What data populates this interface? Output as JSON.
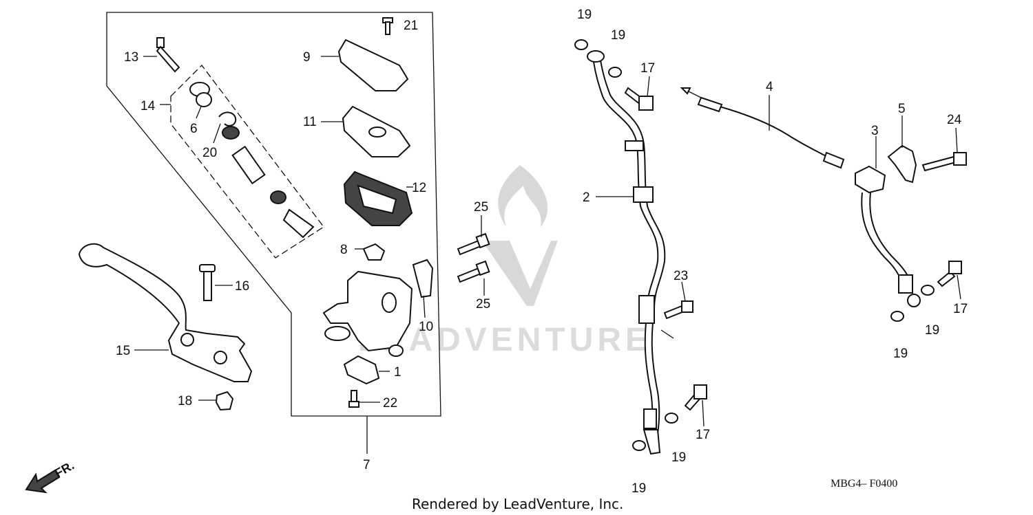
{
  "labels": {
    "p1": "1",
    "p2": "2",
    "p3": "3",
    "p4": "4",
    "p5": "5",
    "p6": "6",
    "p7": "7",
    "p8": "8",
    "p9": "9",
    "p10": "10",
    "p11": "11",
    "p12": "12",
    "p13": "13",
    "p14": "14",
    "p15": "15",
    "p16": "16",
    "p17a": "17",
    "p17b": "17",
    "p17c": "17",
    "p18": "18",
    "p19a": "19",
    "p19b": "19",
    "p19c": "19",
    "p19d": "19",
    "p19e": "19",
    "p19f": "19",
    "p20": "20",
    "p21": "21",
    "p22": "22",
    "p23": "23",
    "p24": "24",
    "p25a": "25",
    "p25b": "25"
  },
  "direction_label": "FR.",
  "diagram_code": "MBG4– F0400",
  "credit": "Rendered by LeadVenture, Inc.",
  "watermark": "LEADVENTURE"
}
